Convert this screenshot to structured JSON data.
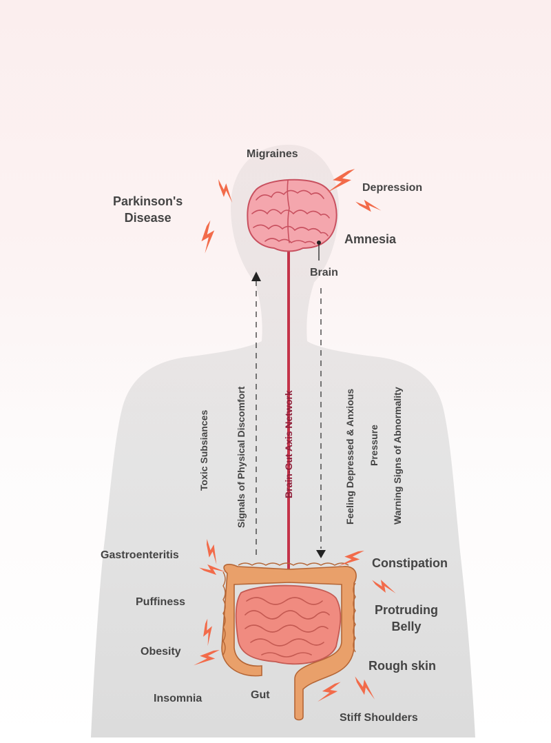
{
  "brain_symptoms": {
    "migraines": "Migraines",
    "depression": "Depression",
    "parkinsons": "Parkinson's\nDisease",
    "amnesia": "Amnesia"
  },
  "organ_labels": {
    "brain": "Brain",
    "gut": "Gut"
  },
  "axis_labels": {
    "toxic": "Toxic Subsiances",
    "signals": "Signals of Physical Discomfort",
    "network": "Brain-Gut Axis Network",
    "feeling": "Feeling Depressed & Anxious",
    "pressure": "Pressure",
    "warning": "Warning Signs of Abnormality"
  },
  "gut_symptoms": {
    "gastroenteritis": "Gastroenteritis",
    "puffiness": "Puffiness",
    "obesity": "Obesity",
    "insomnia": "Insomnia",
    "constipation": "Constipation",
    "protruding": "Protruding\nBelly",
    "rough_skin": "Rough skin",
    "stiff_shoulders": "Stiff Shoulders"
  },
  "colors": {
    "silhouette": "#dcdcdc",
    "brain_pink": "#f4a6ad",
    "brain_line": "#c8505f",
    "nerve": "#c43349",
    "bolt": "#f26b4a",
    "intestine": "#f08b80",
    "colon": "#e9a06a",
    "text": "#444444",
    "axis_text": "#8e1f3a"
  },
  "icons": [
    "lightning-bolt-icon",
    "arrow-up-icon",
    "arrow-down-icon",
    "brain-icon",
    "gut-icon"
  ]
}
